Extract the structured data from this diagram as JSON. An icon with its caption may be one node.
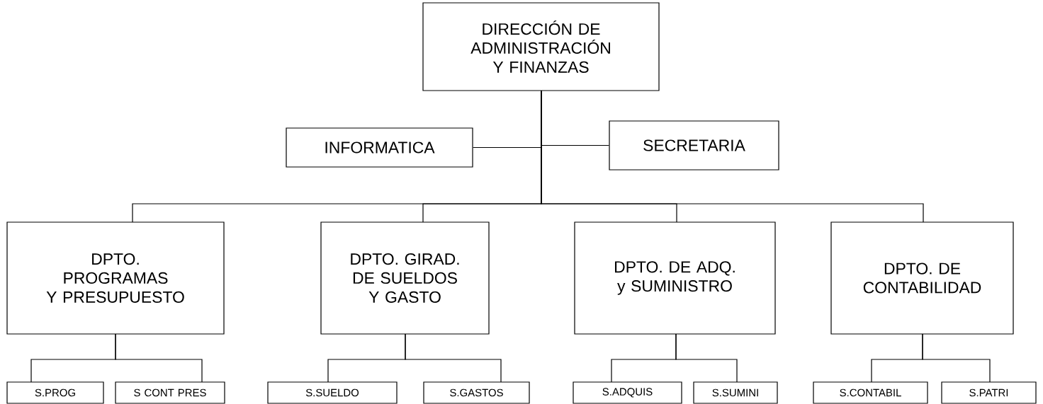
{
  "diagram": {
    "nodes": [
      {
        "text": [
          "DIRECCIÓN DE ADMINISTRACIÓN Y FINANZAS"
        ]
      },
      {
        "text": [
          "INFORMATICA"
        ]
      },
      {
        "text": [
          "SECRETARIA"
        ]
      },
      {
        "text": [
          "DPTO. PROGRAMAS Y PRESUPUESTO"
        ]
      },
      {
        "text": [
          "DPTO. GIRAD. DE SUELDOS Y GASTO"
        ]
      },
      {
        "text": [
          "DPTO. DE ADQ. y SUMINISTRO"
        ]
      },
      {
        "text": [
          "DPTO. DE CONTABILIDAD"
        ]
      },
      {
        "text": [
          "S.PROG"
        ]
      },
      {
        "text": [
          "S CONT PRES"
        ]
      },
      {
        "text": [
          "S.SUELDO"
        ]
      },
      {
        "text": [
          "S.GASTOS"
        ]
      },
      {
        "text": [
          "S.ADQUIS"
        ]
      },
      {
        "text": [
          "S.SUMINI"
        ]
      },
      {
        "text": [
          "S.CONTABIL"
        ]
      },
      {
        "text": [
          "S.PATRI"
        ]
      }
    ],
    "edges": [
      {
        "from": 0,
        "to": 1,
        "arrow": "none"
      },
      {
        "from": 0,
        "to": 2,
        "arrow": "none"
      },
      {
        "from": 0,
        "to": 3,
        "arrow": "none"
      },
      {
        "from": 0,
        "to": 4,
        "arrow": "none"
      },
      {
        "from": 0,
        "to": 5,
        "arrow": "none"
      },
      {
        "from": 0,
        "to": 6,
        "arrow": "none"
      },
      {
        "from": 3,
        "to": 7,
        "arrow": "none"
      },
      {
        "from": 3,
        "to": 8,
        "arrow": "none"
      },
      {
        "from": 4,
        "to": 9,
        "arrow": "none"
      },
      {
        "from": 4,
        "to": 10,
        "arrow": "none"
      },
      {
        "from": 5,
        "to": 11,
        "arrow": "none"
      },
      {
        "from": 5,
        "to": 12,
        "arrow": "none"
      },
      {
        "from": 6,
        "to": 13,
        "arrow": "none"
      },
      {
        "from": 6,
        "to": 14,
        "arrow": "none"
      }
    ]
  }
}
